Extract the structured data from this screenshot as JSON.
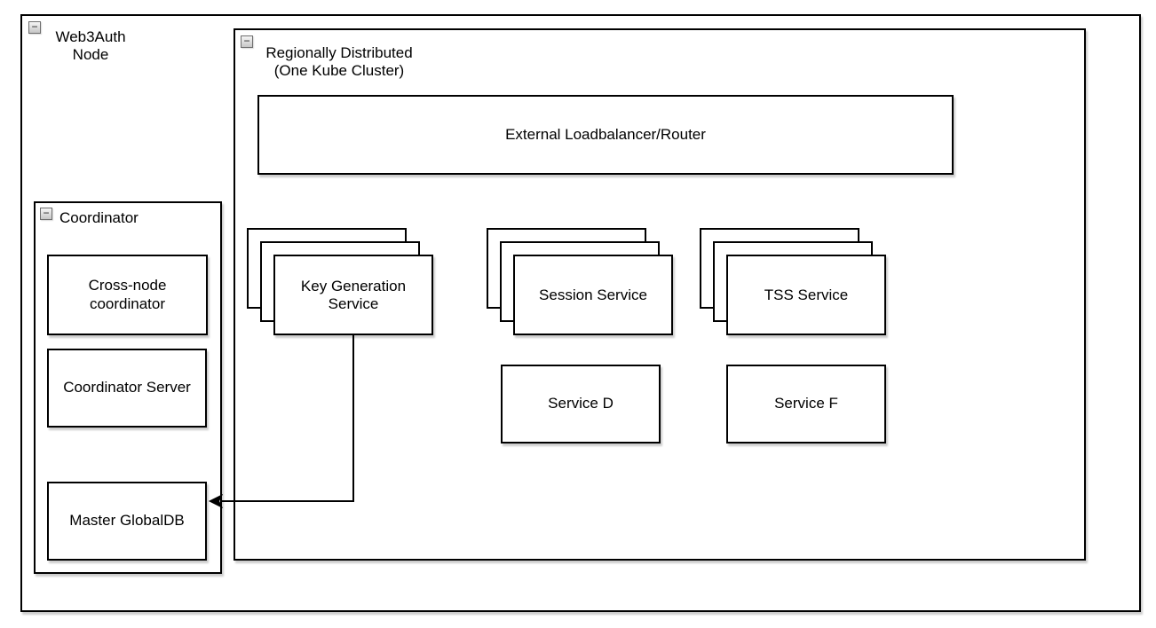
{
  "diagram": {
    "icons": {
      "collapse_glyph": "−"
    },
    "colors": {
      "background": "#ffffff",
      "shape_fill": "#ffffff",
      "shape_stroke": "#000000",
      "text": "#000000"
    },
    "web3auth_node": {
      "label": "Web3Auth\nNode"
    },
    "coordinator": {
      "label": "Coordinator",
      "nodes": {
        "cross_node_coordinator": {
          "label": "Cross-node\ncoordinator"
        },
        "coordinator_server": {
          "label": "Coordinator Server"
        },
        "master_globaldb": {
          "label": "Master GlobalDB"
        }
      }
    },
    "regional_cluster": {
      "label": "Regionally Distributed\n(One Kube Cluster)",
      "nodes": {
        "external_loadbalancer": {
          "label": "External Loadbalancer/Router"
        },
        "key_generation_service": {
          "label": "Key Generation\nService",
          "stack_count": 3
        },
        "session_service": {
          "label": "Session Service",
          "stack_count": 3
        },
        "tss_service": {
          "label": "TSS Service",
          "stack_count": 3
        },
        "service_d": {
          "label": "Service D"
        },
        "service_f": {
          "label": "Service F"
        }
      }
    },
    "connector": {
      "from": "Key Generation Service",
      "to": "Master GlobalDB",
      "arrow_end": "to"
    }
  }
}
